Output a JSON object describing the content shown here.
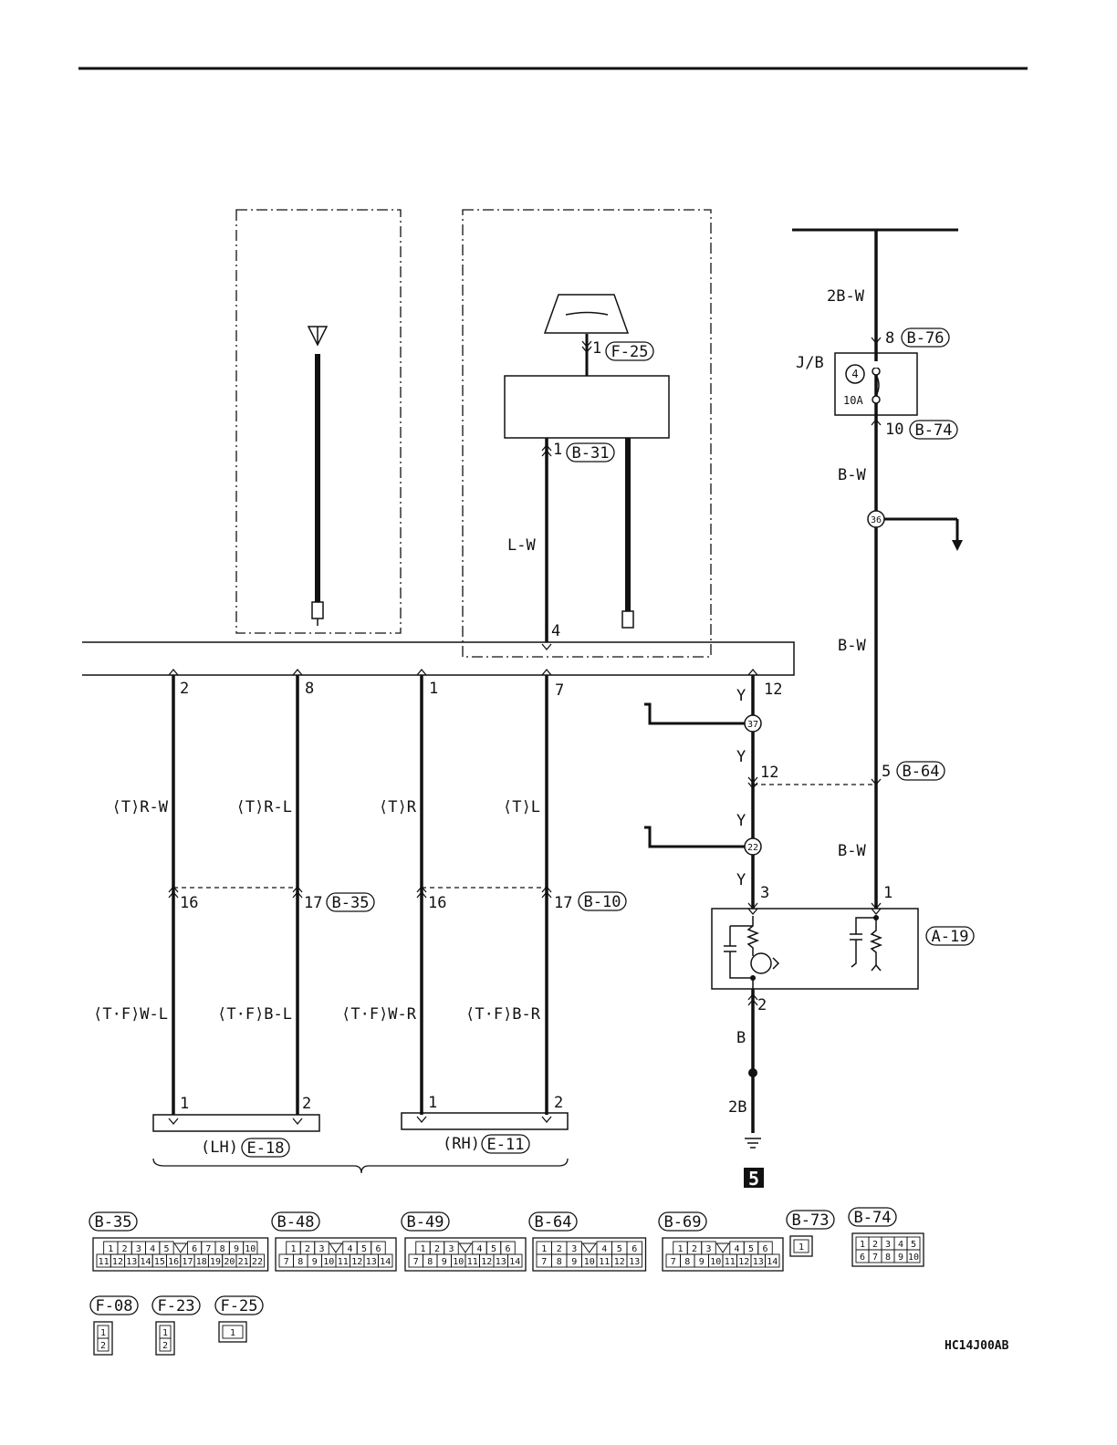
{
  "document_id": "HC14J00AB",
  "ground_id": "5",
  "wire_colors": {
    "w_2bw": "2B-W",
    "w_bw1": "B-W",
    "w_bw2": "B-W",
    "w_bw3": "B-W",
    "w_lw": "L-W",
    "w_y1": "Y",
    "w_y2": "Y",
    "w_y3": "Y",
    "w_y4": "Y",
    "w_b": "B",
    "w_2b": "2B",
    "w_trw": "⟨T⟩R-W",
    "w_trl": "⟨T⟩R-L",
    "w_tr": "⟨T⟩R",
    "w_tl": "⟨T⟩L",
    "w_tfwl": "⟨T·F⟩W-L",
    "w_tfbl": "⟨T·F⟩B-L",
    "w_tfwr": "⟨T·F⟩W-R",
    "w_tfbr": "⟨T·F⟩B-R"
  },
  "junction_block": {
    "label": "J/B",
    "fuse_number": "4",
    "fuse_rating": "10A"
  },
  "splices": {
    "s36": "36",
    "s37": "37",
    "s22": "22"
  },
  "pins": {
    "p_f25_1": "1",
    "p_b31_1": "1",
    "p_b76_8": "8",
    "p_b74_10": "10",
    "p_4": "4",
    "p_2": "2",
    "p_8": "8",
    "p_1": "1",
    "p_7": "7",
    "p_12a": "12",
    "p_12b": "12",
    "p_5": "5",
    "p_3": "3",
    "p_1b": "1",
    "p_2b": "2",
    "p_16a": "16",
    "p_17a": "17",
    "p_16b": "16",
    "p_17b": "17",
    "p_lh1": "1",
    "p_lh2": "2",
    "p_rh1": "1",
    "p_rh2": "2"
  },
  "connectors": {
    "f25": "F-25",
    "b31": "B-31",
    "b76": "B-76",
    "b74": "B-74",
    "b64": "B-64",
    "b35": "B-35",
    "b10": "B-10",
    "a19": "A-19",
    "e18": "E-18",
    "e11": "E-11"
  },
  "sides": {
    "lh": "(LH)",
    "rh": "(RH)"
  },
  "legend": {
    "b35": {
      "id": "B-35",
      "row1": [
        "1",
        "2",
        "3",
        "4",
        "5",
        "",
        "6",
        "7",
        "8",
        "9",
        "10"
      ],
      "row2": [
        "11",
        "12",
        "13",
        "14",
        "15",
        "16",
        "17",
        "18",
        "19",
        "20",
        "21",
        "22"
      ]
    },
    "b48": {
      "id": "B-48",
      "row1": [
        "1",
        "2",
        "3",
        "",
        "4",
        "5",
        "6"
      ],
      "row2": [
        "7",
        "8",
        "9",
        "10",
        "11",
        "12",
        "13",
        "14"
      ]
    },
    "b49": {
      "id": "B-49",
      "row1": [
        "1",
        "2",
        "3",
        "",
        "4",
        "5",
        "6"
      ],
      "row2": [
        "7",
        "8",
        "9",
        "10",
        "11",
        "12",
        "13",
        "14"
      ]
    },
    "b64": {
      "id": "B-64",
      "row1": [
        "1",
        "2",
        "3",
        "",
        "4",
        "5",
        "6"
      ],
      "row2": [
        "7",
        "8",
        "9",
        "10",
        "11",
        "12",
        "13"
      ]
    },
    "b69": {
      "id": "B-69",
      "row1": [
        "1",
        "2",
        "3",
        "",
        "4",
        "5",
        "6"
      ],
      "row2": [
        "7",
        "8",
        "9",
        "10",
        "11",
        "12",
        "13",
        "14"
      ]
    },
    "b73": {
      "id": "B-73",
      "row1": [
        "1"
      ]
    },
    "b74": {
      "id": "B-74",
      "row1": [
        "1",
        "2",
        "3",
        "4",
        "5"
      ],
      "row2": [
        "6",
        "7",
        "8",
        "9",
        "10"
      ]
    },
    "f08": {
      "id": "F-08",
      "row1": [
        "1"
      ],
      "row2": [
        "2"
      ]
    },
    "f23": {
      "id": "F-23",
      "row1": [
        "1"
      ],
      "row2": [
        "2"
      ]
    },
    "f25": {
      "id": "F-25",
      "row1": [
        "1"
      ]
    }
  }
}
